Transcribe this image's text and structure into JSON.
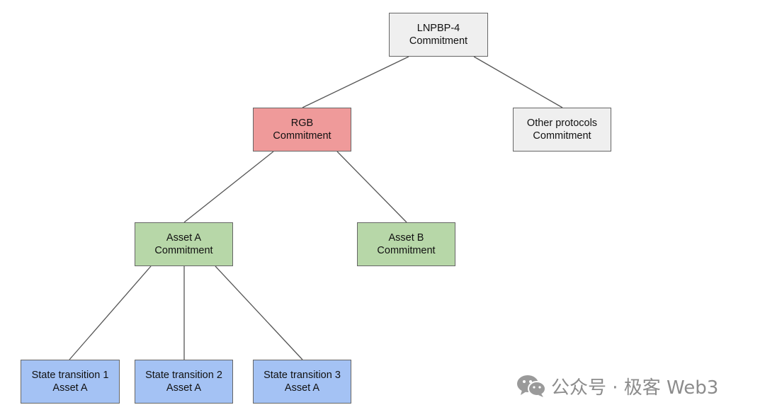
{
  "nodes": {
    "lnpbp": {
      "line1": "LNPBP-4",
      "line2": "Commitment"
    },
    "rgb": {
      "line1": "RGB",
      "line2": "Commitment"
    },
    "other": {
      "line1": "Other protocols",
      "line2": "Commitment"
    },
    "assetA": {
      "line1": "Asset A",
      "line2": "Commitment"
    },
    "assetB": {
      "line1": "Asset B",
      "line2": "Commitment"
    },
    "st1": {
      "line1": "State transition 1",
      "line2": "Asset A"
    },
    "st2": {
      "line1": "State transition 2",
      "line2": "Asset A"
    },
    "st3": {
      "line1": "State transition 3",
      "line2": "Asset A"
    }
  },
  "edges": [
    [
      "lnpbp",
      "rgb"
    ],
    [
      "lnpbp",
      "other"
    ],
    [
      "rgb",
      "assetA"
    ],
    [
      "rgb",
      "assetB"
    ],
    [
      "assetA",
      "st1"
    ],
    [
      "assetA",
      "st2"
    ],
    [
      "assetA",
      "st3"
    ]
  ],
  "colors": {
    "root": "#efefef",
    "rgb": "#ef9a9a",
    "asset": "#b7d7a8",
    "transition": "#a4c2f4",
    "watermark": "#8c8c8c"
  },
  "watermark": {
    "icon": "wechat-icon",
    "text": "公众号 · 极客 Web3"
  }
}
